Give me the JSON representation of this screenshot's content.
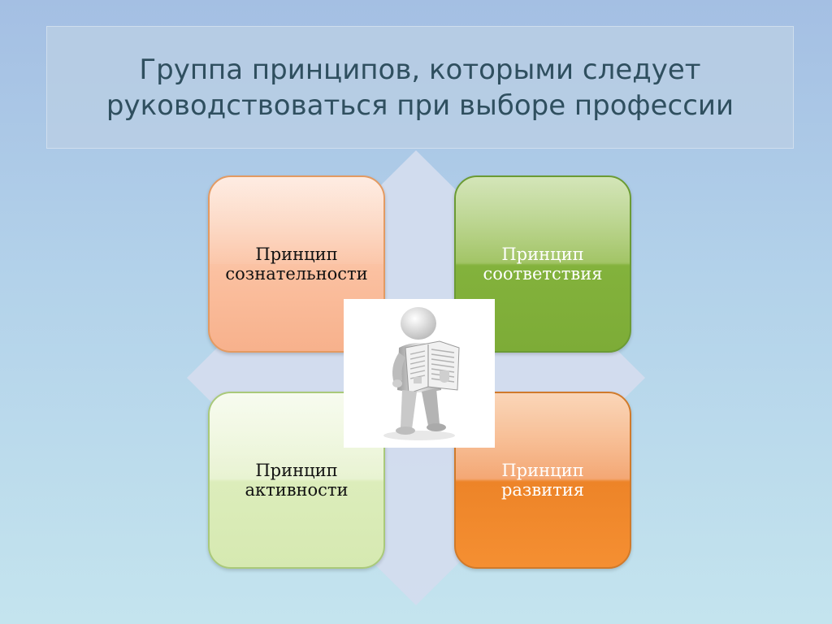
{
  "slide": {
    "title": "Группа принципов, которыми следует руководствоваться при выборе профессии"
  },
  "cards": {
    "top_left": {
      "line1": "Принцип",
      "line2": "сознательности"
    },
    "top_right": {
      "line1": "Принцип",
      "line2": "соответствия"
    },
    "bottom_left": {
      "line1": "Принцип",
      "line2": "активности"
    },
    "bottom_right": {
      "line1": "Принцип",
      "line2": "развития"
    }
  },
  "colors": {
    "background_top": "#a4bfe3",
    "background_bottom": "#c4e4ee",
    "title_text": "#2f4f5f",
    "card_orange_light": "#fbc0a0",
    "card_green": "#83b23c",
    "card_light_green": "#dcedbb",
    "card_orange": "#ed8428",
    "diamond": "#d3dcee"
  },
  "illustration": {
    "icon": "figure-reading-newspaper-icon"
  }
}
